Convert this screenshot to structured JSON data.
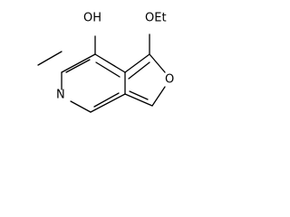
{
  "molecule": {
    "atoms": {
      "hydroxyl": "OH",
      "ethoxy": "OEt",
      "furan_oxygen": "O",
      "pyridine_nitrogen": "N"
    },
    "colors": {
      "bond": "#000000",
      "label": "#000000",
      "background": "#ffffff"
    }
  }
}
